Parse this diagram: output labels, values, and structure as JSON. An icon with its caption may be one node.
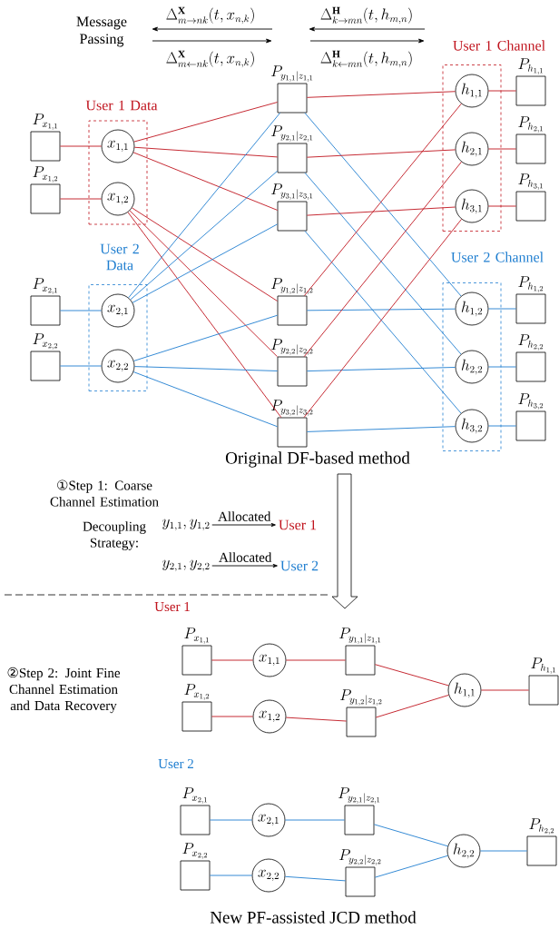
{
  "diagram": {
    "nodes": [
      {
        "text": [
          "User 1 Data"
        ]
      },
      {
        "text": [
          "User 2 Data"
        ]
      },
      {
        "text": [
          "User 1 Channel"
        ]
      },
      {
        "text": [
          "User 2 Channel"
        ]
      },
      {
        "text": [
          "P_{x_{1,1}}"
        ]
      },
      {
        "text": [
          "P_{x_{1,2}}"
        ]
      },
      {
        "text": [
          "P_{x_{2,1}}"
        ]
      },
      {
        "text": [
          "P_{x_{2,2}}"
        ]
      },
      {
        "text": [
          "x_{1,1}"
        ],
        "in": 0
      },
      {
        "text": [
          "x_{1,2}"
        ],
        "in": 0
      },
      {
        "text": [
          "x_{2,1}"
        ],
        "in": 1
      },
      {
        "text": [
          "x_{2,2}"
        ],
        "in": 1
      },
      {
        "text": [
          "P_{y_{1,1}|z_{1,1}}"
        ]
      },
      {
        "text": [
          "P_{y_{2,1}|z_{2,1}}"
        ]
      },
      {
        "text": [
          "P_{y_{3,1}|z_{3,1}}"
        ]
      },
      {
        "text": [
          "P_{y_{1,2}|z_{1,2}}"
        ]
      },
      {
        "text": [
          "P_{y_{2,2}|z_{2,2}}"
        ]
      },
      {
        "text": [
          "P_{y_{3,2}|z_{3,2}}"
        ]
      },
      {
        "text": [
          "h_{1,1}"
        ],
        "in": 2
      },
      {
        "text": [
          "h_{2,1}"
        ],
        "in": 2
      },
      {
        "text": [
          "h_{3,1}"
        ],
        "in": 2
      },
      {
        "text": [
          "h_{1,2}"
        ],
        "in": 3
      },
      {
        "text": [
          "h_{2,2}"
        ],
        "in": 3
      },
      {
        "text": [
          "h_{3,2}"
        ],
        "in": 3
      },
      {
        "text": [
          "P_{h_{1,1}}"
        ]
      },
      {
        "text": [
          "P_{h_{2,1}}"
        ]
      },
      {
        "text": [
          "P_{h_{3,1}}"
        ]
      },
      {
        "text": [
          "P_{h_{1,2}}"
        ]
      },
      {
        "text": [
          "P_{h_{2,2}}"
        ]
      },
      {
        "text": [
          "P_{h_{3,2}}"
        ]
      },
      {
        "text": [
          "y_{1,1},y_{1,2}"
        ]
      },
      {
        "text": [
          "User 1"
        ]
      },
      {
        "text": [
          "y_{2,1},y_{2,2}"
        ]
      },
      {
        "text": [
          "User 2"
        ]
      },
      {
        "text": [
          "P_{x_{1,1}}"
        ]
      },
      {
        "text": [
          "x_{1,1}"
        ]
      },
      {
        "text": [
          "P_{y_{1,1}|z_{1,1}}"
        ]
      },
      {
        "text": [
          "P_{x_{1,2}}"
        ]
      },
      {
        "text": [
          "x_{1,2}"
        ]
      },
      {
        "text": [
          "P_{y_{1,2}|z_{1,2}}"
        ]
      },
      {
        "text": [
          "h_{1,1}"
        ]
      },
      {
        "text": [
          "P_{h_{1,1}}"
        ]
      },
      {
        "text": [
          "P_{x_{2,1}}"
        ]
      },
      {
        "text": [
          "x_{2,1}"
        ]
      },
      {
        "text": [
          "P_{y_{2,1}|z_{2,1}}"
        ]
      },
      {
        "text": [
          "P_{x_{2,2}}"
        ]
      },
      {
        "text": [
          "x_{2,2}"
        ]
      },
      {
        "text": [
          "P_{y_{2,2}|z_{2,2}}"
        ]
      },
      {
        "text": [
          "h_{2,2}"
        ]
      },
      {
        "text": [
          "P_{h_{2,2}}"
        ]
      }
    ],
    "edges": [
      {
        "from": 4,
        "to": 8,
        "arrow": "none",
        "color": "#c0141e"
      },
      {
        "from": 5,
        "to": 9,
        "arrow": "none",
        "color": "#c0141e"
      },
      {
        "from": 6,
        "to": 10,
        "arrow": "none",
        "color": "#1f7ed0"
      },
      {
        "from": 7,
        "to": 11,
        "arrow": "none",
        "color": "#1f7ed0"
      },
      {
        "from": 8,
        "to": 12,
        "arrow": "none",
        "color": "#c0141e"
      },
      {
        "from": 8,
        "to": 13,
        "arrow": "none",
        "color": "#c0141e"
      },
      {
        "from": 8,
        "to": 14,
        "arrow": "none",
        "color": "#c0141e"
      },
      {
        "from": 9,
        "to": 15,
        "arrow": "none",
        "color": "#c0141e"
      },
      {
        "from": 9,
        "to": 16,
        "arrow": "none",
        "color": "#c0141e"
      },
      {
        "from": 9,
        "to": 17,
        "arrow": "none",
        "color": "#c0141e"
      },
      {
        "from": 10,
        "to": 12,
        "arrow": "none",
        "color": "#1f7ed0"
      },
      {
        "from": 10,
        "to": 13,
        "arrow": "none",
        "color": "#1f7ed0"
      },
      {
        "from": 10,
        "to": 14,
        "arrow": "none",
        "color": "#1f7ed0"
      },
      {
        "from": 11,
        "to": 15,
        "arrow": "none",
        "color": "#1f7ed0"
      },
      {
        "from": 11,
        "to": 16,
        "arrow": "none",
        "color": "#1f7ed0"
      },
      {
        "from": 11,
        "to": 17,
        "arrow": "none",
        "color": "#1f7ed0"
      },
      {
        "from": 12,
        "to": 18,
        "arrow": "none",
        "color": "#c0141e"
      },
      {
        "from": 12,
        "to": 21,
        "arrow": "none",
        "color": "#1f7ed0"
      },
      {
        "from": 13,
        "to": 19,
        "arrow": "none",
        "color": "#c0141e"
      },
      {
        "from": 13,
        "to": 22,
        "arrow": "none",
        "color": "#1f7ed0"
      },
      {
        "from": 14,
        "to": 20,
        "arrow": "none",
        "color": "#c0141e"
      },
      {
        "from": 14,
        "to": 23,
        "arrow": "none",
        "color": "#1f7ed0"
      },
      {
        "from": 15,
        "to": 18,
        "arrow": "none",
        "color": "#c0141e"
      },
      {
        "from": 15,
        "to": 21,
        "arrow": "none",
        "color": "#1f7ed0"
      },
      {
        "from": 16,
        "to": 19,
        "arrow": "none",
        "color": "#c0141e"
      },
      {
        "from": 16,
        "to": 22,
        "arrow": "none",
        "color": "#1f7ed0"
      },
      {
        "from": 17,
        "to": 20,
        "arrow": "none",
        "color": "#c0141e"
      },
      {
        "from": 17,
        "to": 23,
        "arrow": "none",
        "color": "#1f7ed0"
      },
      {
        "from": 18,
        "to": 24,
        "arrow": "none",
        "color": "#c0141e"
      },
      {
        "from": 19,
        "to": 25,
        "arrow": "none",
        "color": "#c0141e"
      },
      {
        "from": 20,
        "to": 26,
        "arrow": "none",
        "color": "#c0141e"
      },
      {
        "from": 21,
        "to": 27,
        "arrow": "none",
        "color": "#1f7ed0"
      },
      {
        "from": 22,
        "to": 28,
        "arrow": "none",
        "color": "#1f7ed0"
      },
      {
        "from": 23,
        "to": 29,
        "arrow": "none",
        "color": "#1f7ed0"
      },
      {
        "from": 30,
        "to": 31,
        "arrow": "to",
        "label": "Allocated",
        "color": "#000000"
      },
      {
        "from": 32,
        "to": 33,
        "arrow": "to",
        "label": "Allocated",
        "color": "#000000"
      },
      {
        "from": 34,
        "to": 35,
        "arrow": "none",
        "color": "#c0141e"
      },
      {
        "from": 35,
        "to": 36,
        "arrow": "none",
        "color": "#c0141e"
      },
      {
        "from": 37,
        "to": 38,
        "arrow": "none",
        "color": "#c0141e"
      },
      {
        "from": 38,
        "to": 39,
        "arrow": "none",
        "color": "#c0141e"
      },
      {
        "from": 36,
        "to": 40,
        "arrow": "none",
        "color": "#c0141e"
      },
      {
        "from": 39,
        "to": 40,
        "arrow": "none",
        "color": "#c0141e"
      },
      {
        "from": 40,
        "to": 41,
        "arrow": "none",
        "color": "#c0141e"
      },
      {
        "from": 42,
        "to": 43,
        "arrow": "none",
        "color": "#1f7ed0"
      },
      {
        "from": 43,
        "to": 44,
        "arrow": "none",
        "color": "#1f7ed0"
      },
      {
        "from": 45,
        "to": 46,
        "arrow": "none",
        "color": "#1f7ed0"
      },
      {
        "from": 46,
        "to": 47,
        "arrow": "none",
        "color": "#1f7ed0"
      },
      {
        "from": 44,
        "to": 48,
        "arrow": "none",
        "color": "#1f7ed0"
      },
      {
        "from": 47,
        "to": 48,
        "arrow": "none",
        "color": "#1f7ed0"
      },
      {
        "from": 48,
        "to": 49,
        "arrow": "none",
        "color": "#1f7ed0"
      }
    ],
    "labels": [
      "Message Passing",
      "\\Delta^{\\mathbf{X}}_{m\\rightarrow nk}(t,x_{n,k})",
      "\\Delta^{\\mathbf{X}}_{m\\leftarrow nk}(t,x_{n,k})",
      "\\Delta^{\\mathbf{H}}_{k\\rightarrow mn}(t,h_{m,n})",
      "\\Delta^{\\mathbf{H}}_{k\\leftarrow mn}(t,h_{m,n})",
      "Original DF-based method",
      "①Step 1: Coarse Channel Estimation",
      "Decoupling Strategy:",
      "User 1",
      "②Step 2: Joint Fine Channel Estimation and Data Recovery",
      "User 2",
      "New PF-assisted JCD method"
    ]
  }
}
